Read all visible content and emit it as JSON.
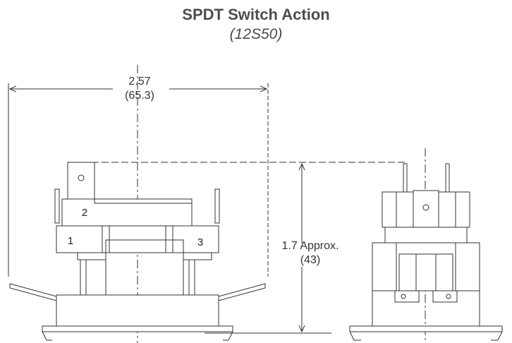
{
  "title": "SPDT Switch Action",
  "subtitle": "(12S50)",
  "dimensions": {
    "width_in": "2.57",
    "width_mm": "(65.3)",
    "height_in": "1.7 Approx.",
    "height_mm": "(43)"
  },
  "terminals": {
    "t1": "1",
    "t2": "2",
    "t3": "3"
  },
  "colors": {
    "line": "#333333",
    "title": "#4d4d4d"
  }
}
